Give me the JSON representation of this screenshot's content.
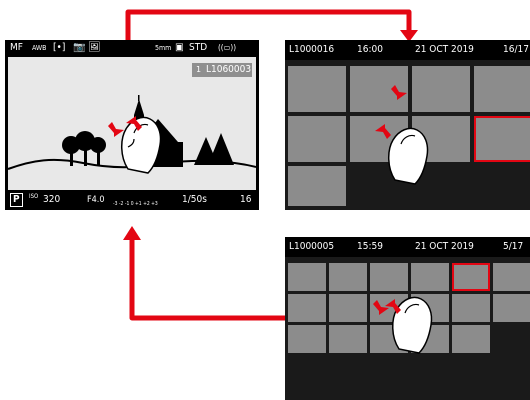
{
  "live_view": {
    "top_left": [
      "MF",
      "AWB",
      "[•]",
      "📷",
      "🖼"
    ],
    "top_right": [
      "5mm",
      "▣",
      "STD",
      "((▭))"
    ],
    "file_badge": "1",
    "file_name": "L1060003",
    "bottom": {
      "mode": "P",
      "iso_label": "ISO",
      "iso": "320",
      "aperture": "F4.0",
      "ev_scale": "-3 -2 -1 0 +1 +2 +3",
      "shutter": "1/50s",
      "count": "16"
    }
  },
  "gallery_12": {
    "file": "L1000016",
    "time": "16:00",
    "date": "21 OCT 2019",
    "counter": "16/17"
  },
  "gallery_30": {
    "file": "L1000005",
    "time": "15:59",
    "date": "21 OCT 2019",
    "counter": "5/17"
  },
  "colors": {
    "arrow": "#e30613",
    "screen_bg": "#1a1a1a",
    "thumb": "#8c8c8c",
    "selection": "#e30613"
  }
}
